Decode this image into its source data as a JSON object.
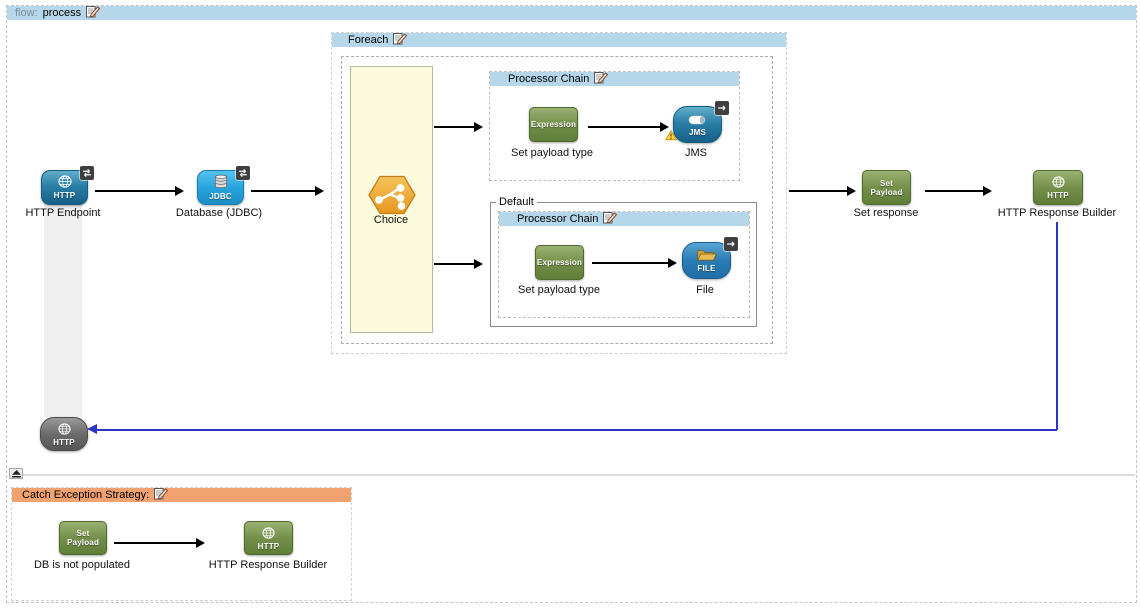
{
  "flow": {
    "header_prefix": "flow:",
    "header_name": "process"
  },
  "containers": {
    "foreach_title": "Foreach",
    "processor_chain_when_title": "Processor Chain",
    "default_label": "Default",
    "processor_chain_default_title": "Processor Chain",
    "exception_title": "Catch Exception Strategy:"
  },
  "nodes": {
    "http_endpoint": {
      "caption": "HTTP",
      "label": "HTTP Endpoint"
    },
    "database": {
      "caption": "JDBC",
      "label": "Database (JDBC)"
    },
    "choice": {
      "label": "Choice"
    },
    "expression_when": {
      "caption": "Expression",
      "label": "Set payload type"
    },
    "jms": {
      "caption": "JMS",
      "label": "JMS"
    },
    "expression_default": {
      "caption": "Expression",
      "label": "Set payload type"
    },
    "file": {
      "caption": "FILE",
      "label": "File"
    },
    "set_response": {
      "caption": "Set Payload",
      "label": "Set response"
    },
    "http_response_builder": {
      "caption": "HTTP",
      "label": "HTTP Response Builder"
    },
    "response_endpoint": {
      "caption": "HTTP"
    }
  },
  "exception_nodes": {
    "set_payload": {
      "caption": "Set Payload",
      "label": "DB is not populated"
    },
    "http_response_builder": {
      "caption": "HTTP",
      "label": "HTTP Response Builder"
    }
  },
  "icons": {
    "edit": "edit-icon (paper + pencil)",
    "two_way_badge": "exchange-arrows-badge",
    "one_way_badge": "right-arrow-badge",
    "warning": "warning-triangle",
    "collapse": "collapse-up-arrow",
    "globe": "globe-grid",
    "database_cylinder": "db-cylinder",
    "jms_cylinder": "message-cylinder",
    "folder": "open-folder"
  },
  "colors": {
    "header_blue": "#b5d7e9",
    "exception_orange": "#f2a26e",
    "choice_panel_yellow": "#fcfadc",
    "connector_green": "#74904a",
    "endpoint_teal": "#2a7fa6",
    "jdbc_blue": "#29a4dd",
    "file_blue": "#2a7cb4",
    "response_line_blue": "#2b35c2",
    "disabled_gray": "#6b6b6b"
  }
}
